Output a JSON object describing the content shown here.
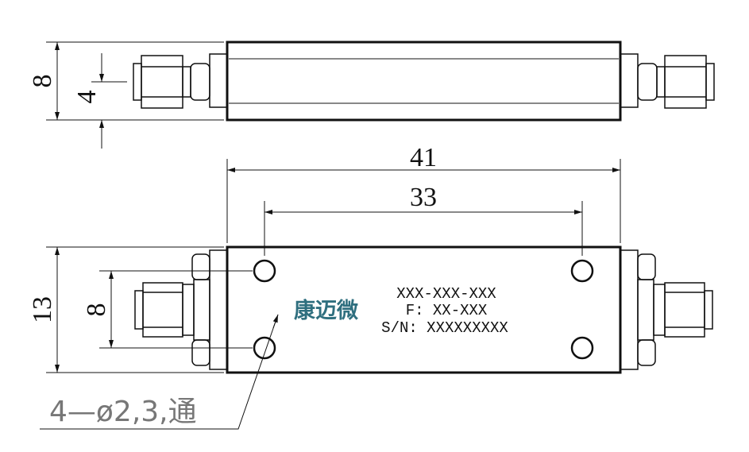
{
  "drawing": {
    "top_view": {
      "height_dim": "8",
      "center_dim": "4"
    },
    "bottom_view": {
      "length_dim": "41",
      "hole_pitch_dim": "33",
      "height_dim": "13",
      "connector_pitch_dim": "8",
      "logo_text": "康迈微",
      "model_line": "XXX-XXX-XXX",
      "freq_line": "F: XX-XXX",
      "serial_line": "S/N: XXXXXXXXX",
      "hole_note": "4—ø2,3,通"
    },
    "colors": {
      "line": "#111111",
      "logo": "#2f6f7f",
      "note": "#777777"
    }
  }
}
